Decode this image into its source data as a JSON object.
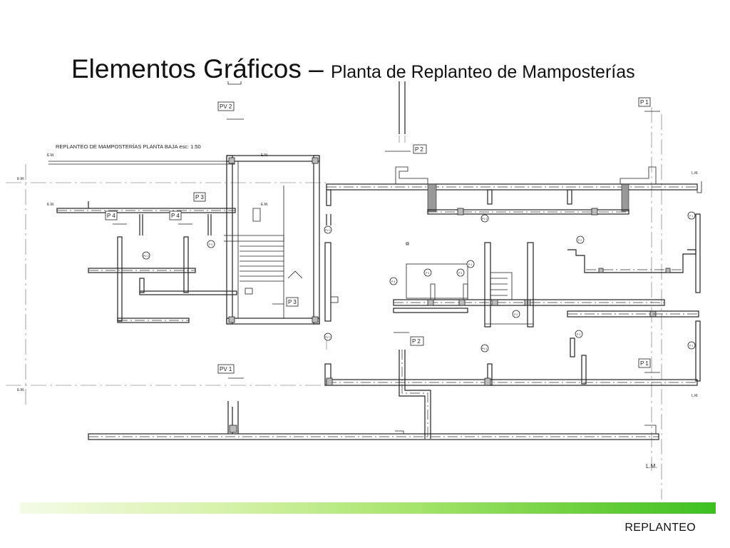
{
  "slide": {
    "title_main": "Elementos Gráficos – ",
    "title_sub": "Planta de Replanteo de Mamposterías",
    "footer_label": "REPLANTEO",
    "accent_gradient": [
      "#f4fbe6",
      "#3cc022"
    ]
  },
  "plan": {
    "caption": "REPLANTEO DE MAMPOSTERÍAS PLANTA BAJA   esc: 1:50",
    "tags": {
      "pv2": "PV 2",
      "pv1": "PV 1",
      "p1_top": "P 1",
      "p1_bottom": "P 1",
      "p2_top": "P 2",
      "p2_mid": "P 2",
      "p3_left": "P 3",
      "p3_stair": "P 3",
      "p4_a": "P 4",
      "p4_b": "P 4"
    },
    "edge_labels": {
      "em_1": "E.M.",
      "em_2": "E.M.",
      "em_3": "E.M.",
      "em_4": "E.M.",
      "em_5": "E.M.",
      "em_6": "E.M.",
      "lm_1": "L.M.",
      "lm_2": "L.M.",
      "lm_bottom": "L.M."
    },
    "minor_tags": {
      "pv_a": "PV 2",
      "pv_b": "PV 2",
      "pv_c": "PV 2",
      "pv_d": "PV 2",
      "pv_e": "PV 1",
      "p_a": "P 1",
      "p_b": "P 1",
      "p_c": "P 2",
      "p_d": "P 2",
      "p_e": "P 2",
      "p_f": "P 2",
      "p_g": "P 3",
      "p_h": "P 3",
      "p_i": "P 4",
      "p_j": "P 4"
    }
  }
}
